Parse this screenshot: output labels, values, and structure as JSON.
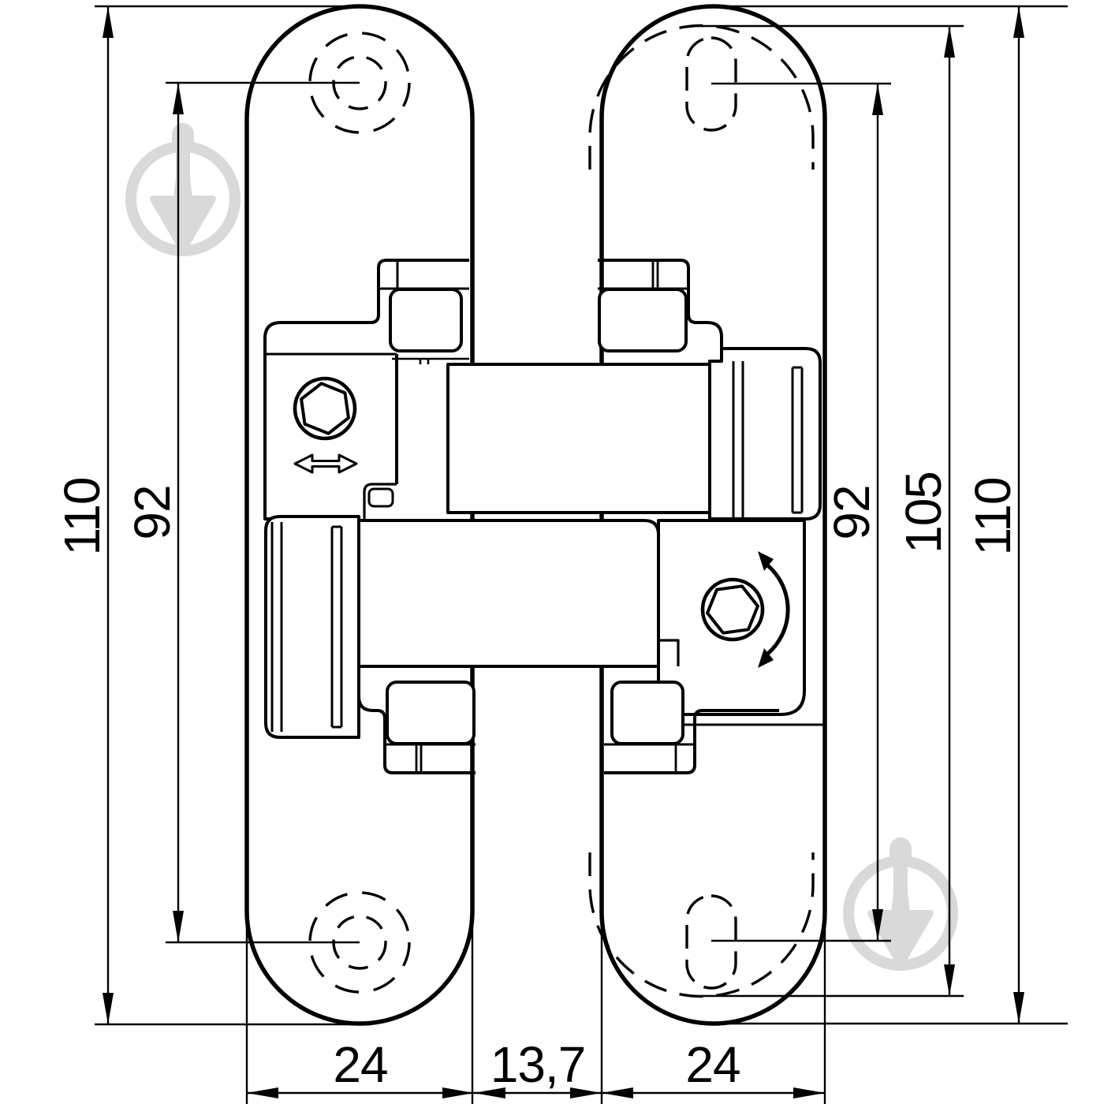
{
  "drawing": {
    "title": "concealed-hinge-technical-drawing",
    "background_color": "#ffffff",
    "line_color": "#000000",
    "watermark_color": "#d9d9d9",
    "dimensions": {
      "left_outer": {
        "label": "110",
        "orientation": "vertical"
      },
      "left_inner": {
        "label": "92",
        "orientation": "vertical"
      },
      "right_inner": {
        "label": "92",
        "orientation": "vertical"
      },
      "right_middle": {
        "label": "105",
        "orientation": "vertical"
      },
      "right_outer": {
        "label": "110",
        "orientation": "vertical"
      },
      "bottom_left": {
        "label": "24",
        "orientation": "horizontal"
      },
      "bottom_gap": {
        "label": "13,7",
        "orientation": "horizontal"
      },
      "bottom_right": {
        "label": "24",
        "orientation": "horizontal"
      }
    },
    "icons": [
      "hex-socket-screw-icon-left",
      "hex-socket-screw-icon-right",
      "horizontal-adjustment-arrow-icon",
      "rotation-adjustment-arrow-icon",
      "trowel-logo-watermark-top-left",
      "trowel-logo-watermark-bottom-right"
    ]
  }
}
